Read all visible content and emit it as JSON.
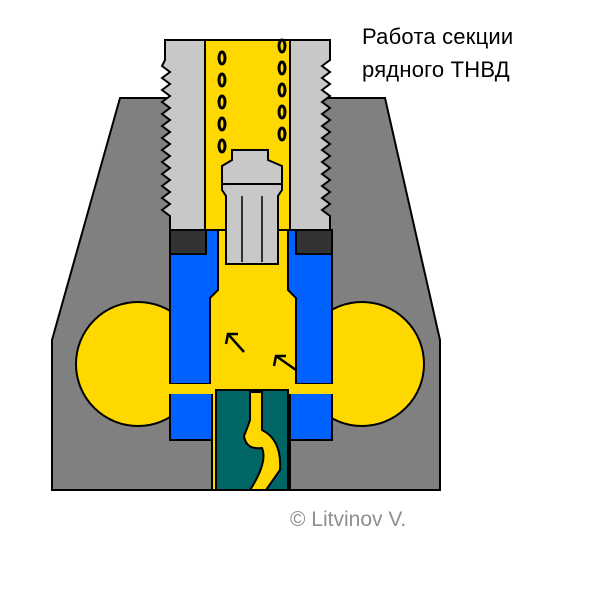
{
  "title": {
    "line1": "Работа секции",
    "line2": "рядного ТНВД"
  },
  "copyright": "© Litvinov V.",
  "colors": {
    "housing": "#808080",
    "barrel_body": "#c8c8c8",
    "fuel": "#ffd800",
    "sleeve": "#0061ff",
    "plunger": "#006666",
    "valve": "#c8c8c8",
    "gasket": "#333333",
    "outline": "#000000"
  },
  "icons": [
    "spring-icon",
    "flow-arrow-icon"
  ]
}
